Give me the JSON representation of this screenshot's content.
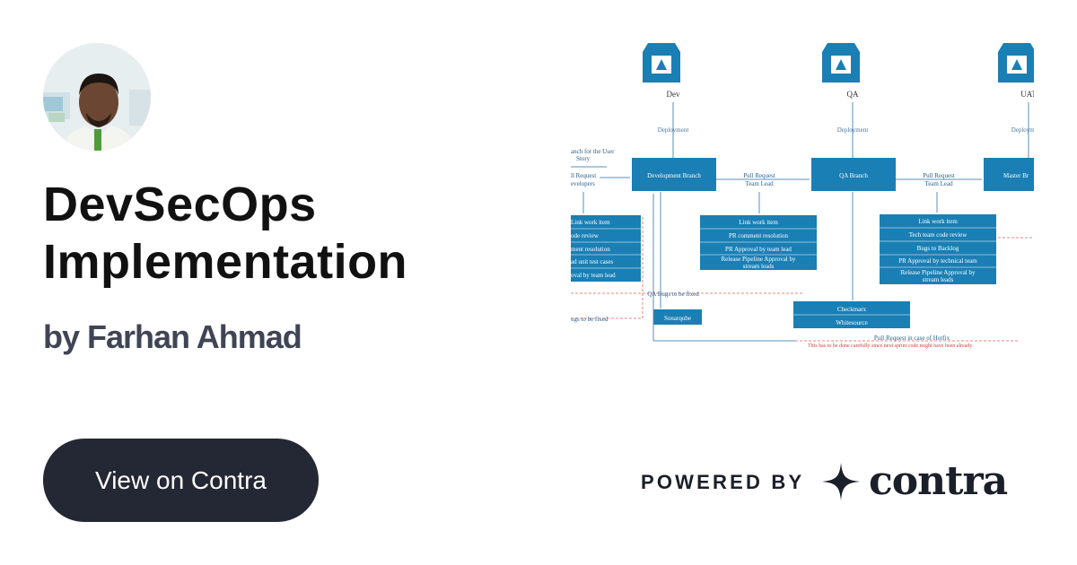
{
  "title_lines": [
    "DevSecOps",
    "Implementation"
  ],
  "author": "by Farhan Ahmad",
  "cta_label": "View on Contra",
  "powered_by": "POWERED BY",
  "brand": "contra",
  "colors": {
    "cta_bg": "#232834",
    "diagram_blue": "#1a7fb4",
    "text_dark": "#111111"
  },
  "preview": {
    "environments": [
      "Dev",
      "QA",
      "UAT"
    ],
    "deployment_label": "Deployment",
    "branches": [
      "Development Branch",
      "QA Branch",
      "Master Br"
    ],
    "pull_request_label_1": "Pull Request",
    "pull_request_label_2": "Team Lead",
    "story_lines": [
      "anch for the User",
      "Story"
    ],
    "dev_pr_lines": [
      "ll Request",
      "evelopers"
    ],
    "dev_checklist": [
      "Link work item",
      "ode review",
      "ment resolution",
      "ad unit test cases",
      "oval by team lead"
    ],
    "qa_checklist": [
      "Link work item",
      "PR comment resolution",
      "PR Approval by team lead",
      "Release Pipeline Approval by",
      "stream leads"
    ],
    "master_checklist": [
      "Link work item",
      "Tech team code review",
      "Bugs to Backlog",
      "PR Approval by technical team",
      "Release Pipeline Approval by",
      "stream leads"
    ],
    "qa_bugs": "QA Bugs to be fixed",
    "bugs_fixed": "ugs to be fixed",
    "sonarqube": "Sonarqube",
    "checkmarx": "Checkmarx",
    "whitesource": "Whitesource",
    "hotfix_pr": "Pull Request in case of Hotfix",
    "hotfix_note": "This has to be done carefully since next sprint code might have been already"
  }
}
